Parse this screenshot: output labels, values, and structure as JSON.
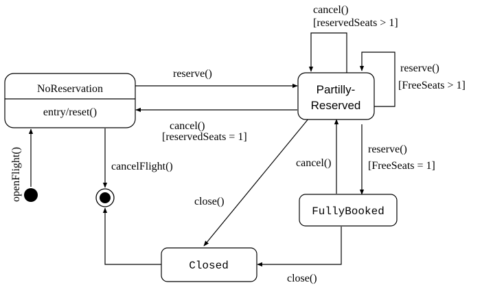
{
  "states": {
    "no_reservation": {
      "name": "NoReservation",
      "action": "entry/reset()"
    },
    "partially_reserved": {
      "line1": "Partilly-",
      "line2": "Reserved"
    },
    "fully_booked": {
      "name": "FullyBooked"
    },
    "closed": {
      "name": "Closed"
    }
  },
  "transitions": {
    "reserve_to_partial": "reserve()",
    "cancel_to_noreservation_1": "cancel()",
    "cancel_to_noreservation_2": "[reservedSeats = 1]",
    "cancel_self_1": "cancel()",
    "cancel_self_2": "[reservedSeats > 1]",
    "reserve_self_1": "reserve()",
    "reserve_self_2": "[FreeSeats > 1]",
    "reserve_to_full_1": "reserve()",
    "reserve_to_full_2": "[FreeSeats = 1]",
    "cancel_from_full": "cancel()",
    "close_from_partial": "close()",
    "close_from_full": "close()",
    "cancel_flight": "cancelFlight()",
    "open_flight": "openFlight()"
  }
}
